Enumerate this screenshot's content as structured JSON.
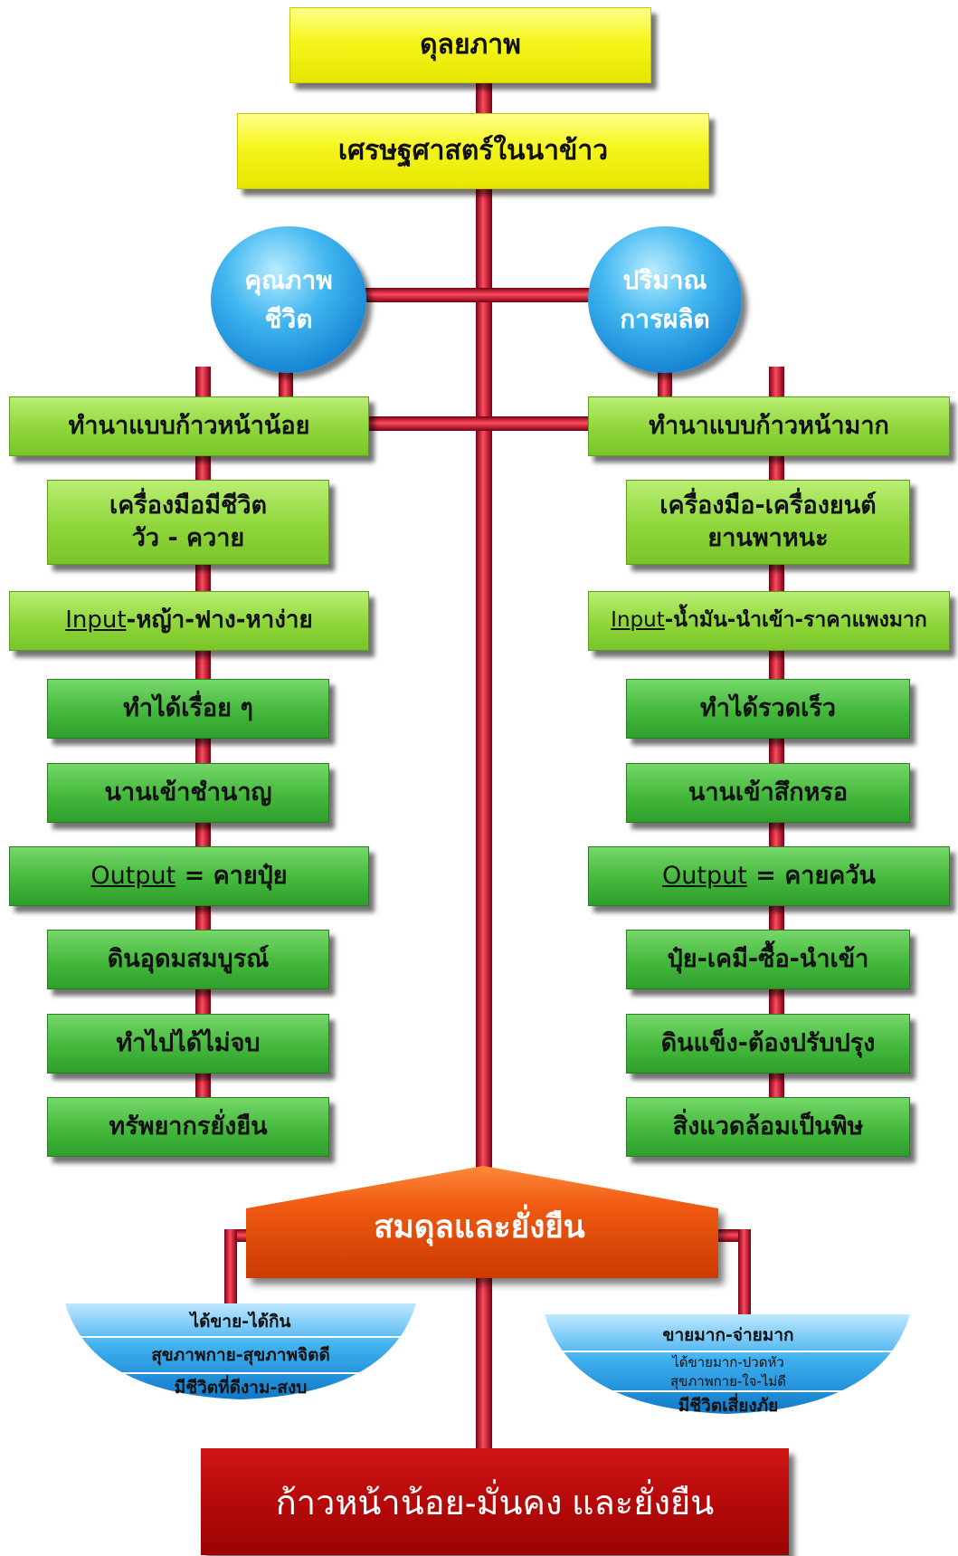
{
  "title": "ดุลยภาพ",
  "subtitle": "เศรษฐศาสตร์ในนาข้าว",
  "circles": {
    "left": {
      "line1": "คุณภาพ",
      "line2": "ชีวิต"
    },
    "right": {
      "line1": "ปริมาณ",
      "line2": "การผลิต"
    }
  },
  "left_column": {
    "header": "ทำนาแบบก้าวหน้าน้อย",
    "tools": {
      "line1": "เครื่องมือมีชีวิต",
      "line2": "วัว - ควาย"
    },
    "input": {
      "prefix": "Input",
      "text": "-หญ้า-ฟาง-หาง่าย"
    },
    "item3": "ทำได้เรื่อย ๆ",
    "item4": "นานเข้าชำนาญ",
    "output": {
      "prefix": "Output",
      "text": " = คายปุ๋ย"
    },
    "item6": "ดินอุดมสมบูรณ์",
    "item7": "ทำไปได้ไม่จบ",
    "item8": "ทรัพยากรยั่งยืน"
  },
  "right_column": {
    "header": "ทำนาแบบก้าวหน้ามาก",
    "tools": {
      "line1": "เครื่องมือ-เครื่องยนต์",
      "line2": "ยานพาหนะ"
    },
    "input": {
      "prefix": "Input",
      "text": "-น้ำมัน-นำเข้า-ราคาแพงมาก"
    },
    "item3": "ทำได้รวดเร็ว",
    "item4": "นานเข้าสึกหรอ",
    "output": {
      "prefix": "Output",
      "text": " = คายควัน"
    },
    "item6": "ปุ๋ย-เคมี-ซื้อ-นำเข้า",
    "item7": "ดินแข็ง-ต้องปรับปรุง",
    "item8": "สิ่งแวดล้อมเป็นพิษ"
  },
  "balance": "สมดุลและยั่งยืน",
  "left_pan": {
    "row1": "ได้ขาย-ได้กิน",
    "row2": "สุขภาพกาย-สุขภาพจิตดี",
    "row3": "มีชีวิตที่ดีงาม-สงบ"
  },
  "right_pan": {
    "row1": "ขายมาก-จ่ายมาก",
    "row2a": "ได้ขายมาก-ปวดหัว",
    "row2b": "สุขภาพกาย-ใจ-ไม่ดี",
    "row3": "มีชีวิตเสี่ยงภัย"
  },
  "conclusion": "ก้าวหน้าน้อย-มั่นคง และยั่งยืน",
  "colors": {
    "connector": "#c8102e",
    "title_fill": "#f5f51c",
    "header_fill": "#8fd63a",
    "box_fill": "#44b83c",
    "circle_fill": "#1e90dc",
    "banner_fill": "#e84a0c",
    "pan_fill": "#2aa3e8",
    "final_fill": "#b10808"
  }
}
